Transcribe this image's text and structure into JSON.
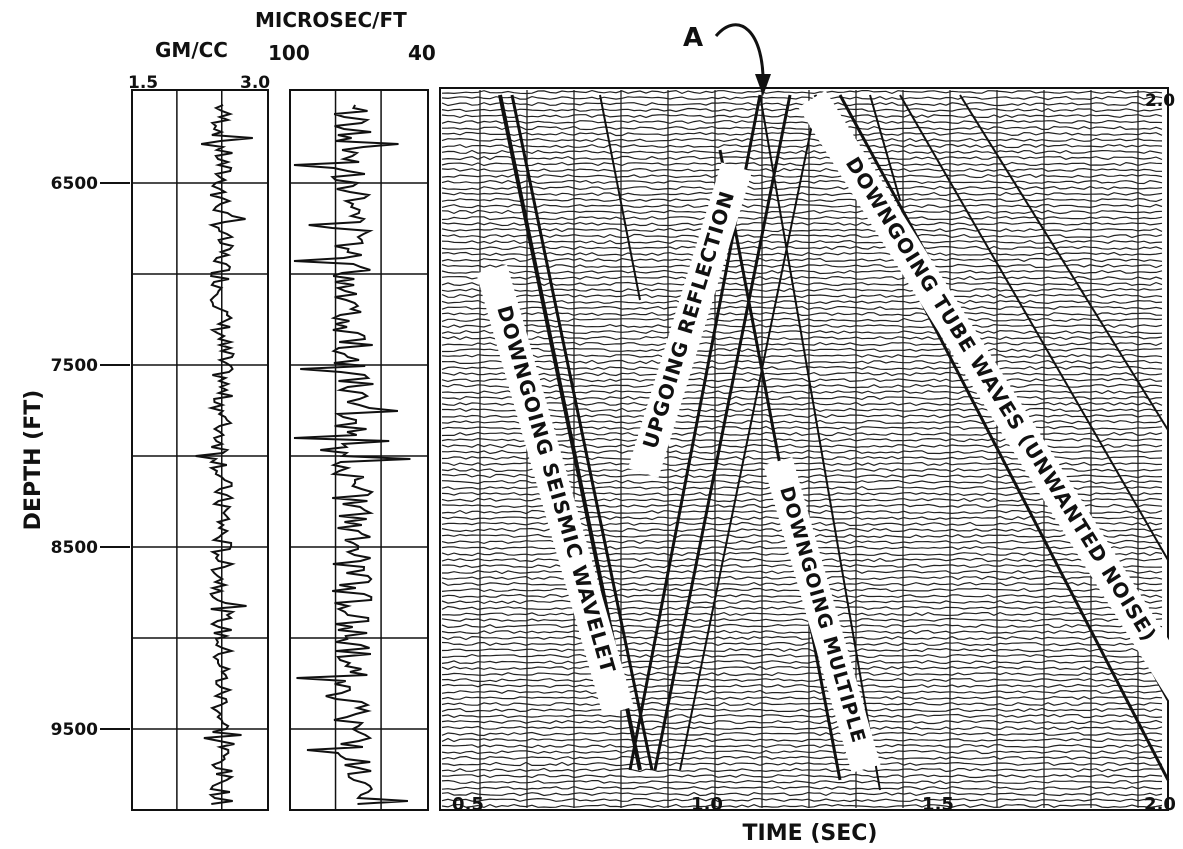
{
  "figure": {
    "density_track": {
      "unit_label": "GM/CC",
      "scale_left": "1.5",
      "scale_right": "3.0"
    },
    "sonic_track": {
      "unit_label": "MICROSEC/FT",
      "scale_left": "100",
      "scale_right": "40"
    },
    "depth_axis": {
      "label": "DEPTH (FT)",
      "ticks": [
        "6500",
        "7500",
        "8500",
        "9500"
      ]
    },
    "time_axis": {
      "label": "TIME (SEC)",
      "ticks": [
        "0.5",
        "1.0",
        "1.5",
        "2.0"
      ],
      "corner_tick": "2.0"
    },
    "arrow_label": "A",
    "annotations": {
      "downgoing_wavelet": "DOWNGOING SEISMIC WAVELET",
      "upgoing_reflection": "UPGOING REFLECTION",
      "downgoing_multiple": "DOWNGOING MULTIPLE",
      "tube_waves": "DOWNGOING TUBE WAVES (UNWANTED NOISE)"
    },
    "colors": {
      "ink": "#111111",
      "paper": "#ffffff"
    }
  }
}
